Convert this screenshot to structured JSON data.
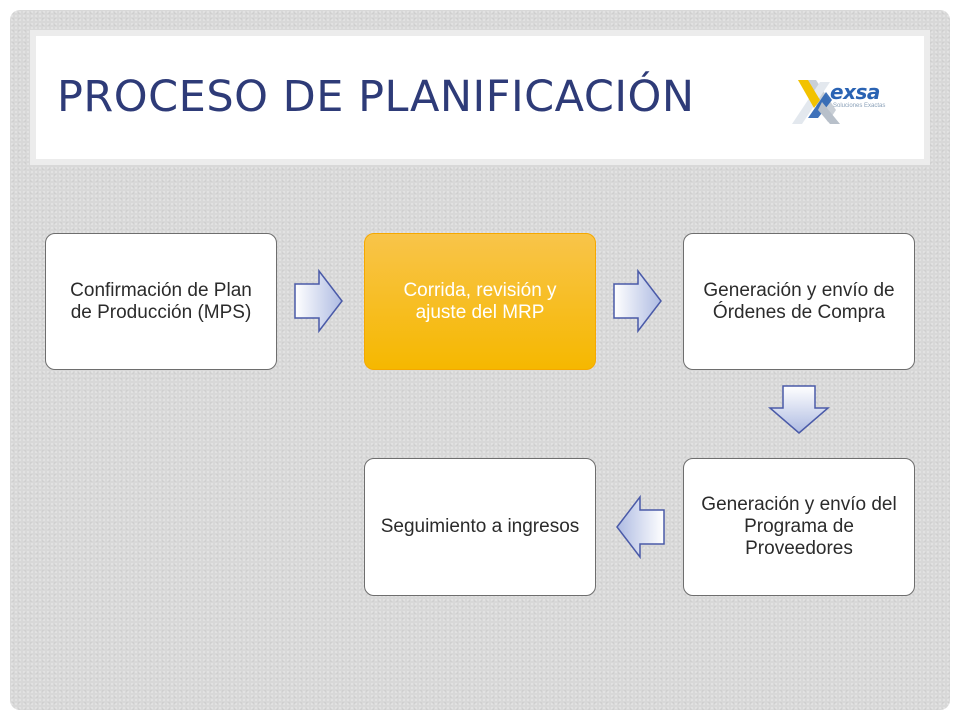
{
  "title": "PROCESO DE PLANIFICACIÓN",
  "logo": {
    "name": "exsa",
    "tagline": "Soluciones Exactas",
    "icon": "exsa-logo-icon"
  },
  "colors": {
    "title": "#2e3b78",
    "highlight": "#f6b800",
    "arrow_fill": "#b7c3e6",
    "arrow_stroke": "#4a5aa8"
  },
  "steps": [
    {
      "label": "Confirmación de Plan de Producción (MPS)",
      "highlight": false
    },
    {
      "label": "Corrida, revisión y ajuste del MRP",
      "highlight": true
    },
    {
      "label": "Generación y envío de Órdenes de Compra",
      "highlight": false
    },
    {
      "label": "Generación y envío del Programa de Proveedores",
      "highlight": false
    },
    {
      "label": "Seguimiento a ingresos",
      "highlight": false
    }
  ],
  "connectors": [
    {
      "from": 0,
      "to": 1,
      "direction": "right"
    },
    {
      "from": 1,
      "to": 2,
      "direction": "right"
    },
    {
      "from": 2,
      "to": 3,
      "direction": "down"
    },
    {
      "from": 3,
      "to": 4,
      "direction": "left"
    }
  ]
}
